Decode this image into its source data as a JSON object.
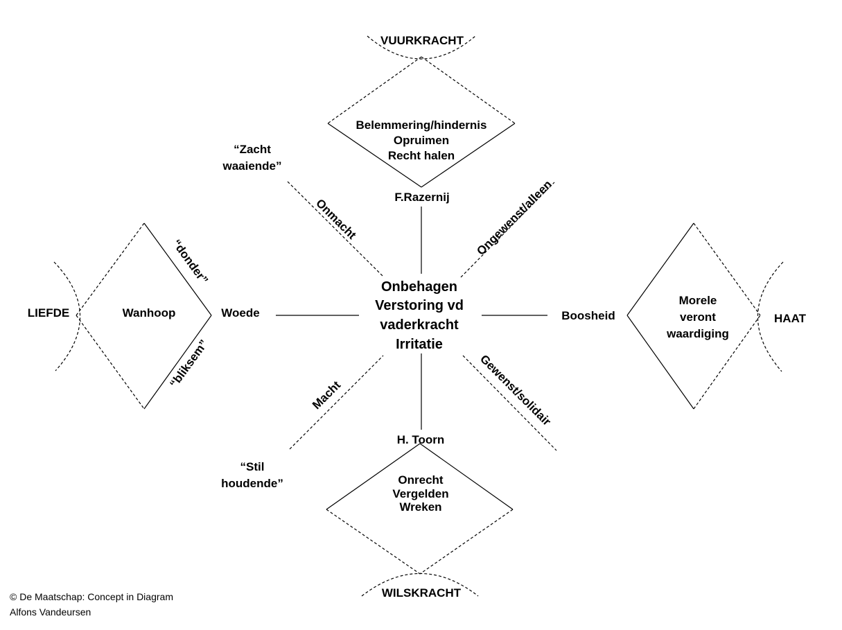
{
  "center": {
    "lines": [
      "Onbehagen",
      "Verstoring vd",
      "vaderkracht",
      "Irritatie"
    ]
  },
  "top": {
    "corner": "VUURKRACHT",
    "lines": [
      "Belemmering/hindernis",
      "Opruimen",
      "Recht halen"
    ],
    "node": "F.Razernij"
  },
  "bottom": {
    "corner": "WILSKRACHT",
    "lines": [
      "Onrecht",
      "Vergelden",
      "Wreken"
    ],
    "node": "H. Toorn"
  },
  "left": {
    "corner": "LIEFDE",
    "label": "Wanhoop",
    "node": "Woede",
    "upper_edge": "“donder”",
    "lower_edge": "“bliksem”"
  },
  "right": {
    "corner": "HAAT",
    "lines": [
      "Morele",
      "veront",
      "waardiging"
    ],
    "node": "Boosheid"
  },
  "diagonals": {
    "upper_left": "Onmacht",
    "upper_right": "Ongewenst/alleen",
    "lower_left": "Macht",
    "lower_right": "Gewenst/solidair"
  },
  "quotes": {
    "upper_left": [
      "“Zacht",
      "waaiende”"
    ],
    "lower_left": [
      "“Stil",
      "houdende”"
    ]
  },
  "footer": {
    "line1": "© De Maatschap: Concept in Diagram",
    "line2": "Alfons Vandeursen"
  }
}
